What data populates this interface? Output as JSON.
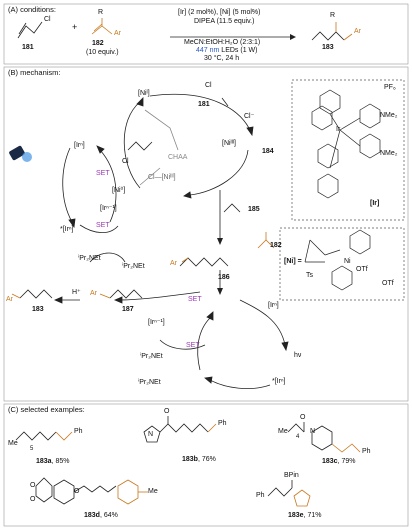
{
  "sectionA": {
    "header": "(A) conditions:",
    "compound1": "181",
    "compound2": "182",
    "equiv": "(10 equiv.)",
    "cl": "Cl",
    "r1": "R",
    "r2": "R",
    "ar": "Ar",
    "cond1": "[Ir] (2 mol%), [Ni] (5 mol%)",
    "cond2": "DIPEA (11.5 equiv.)",
    "cond3": "MeCN:EtOH:H₂O (2:3:1)",
    "cond4_nm": "447 nm",
    "cond4_rest": " LEDs (1 W)",
    "cond5": "30 °C, 24 h",
    "product": "183"
  },
  "sectionB": {
    "header": "(B) mechanism:",
    "ni1": "[Niᴵ]",
    "ni3": "[Niᴵᴵᴵ]",
    "ni0": "[Ni⁰]",
    "ni3cl": "Cl—[Niᴵᴵᴵ]",
    "chaa": "CHAA",
    "set": "SET",
    "ir_n": "[Irⁿ]",
    "ir_star": "*[Irⁿ]",
    "ir_n1": "[Irⁿ⁻¹]",
    "dipea": "ⁱPr₂NEt",
    "dipea_rad": "ⁱPr₂NEt",
    "cl_minus": "Cl⁻",
    "hnu": "hν",
    "h_plus": "H⁺",
    "c181": "181",
    "c184": "184",
    "c185": "185",
    "c182": "182",
    "c186": "186",
    "c187": "187",
    "c183": "183",
    "ir_label": "[Ir]",
    "ni_label": "[Ni] =",
    "pf6": "PF₆",
    "otf": "OTf",
    "nme2": "NMe₂",
    "ts": "Ts"
  },
  "sectionC": {
    "header": "(C) selected examples:",
    "examples": [
      {
        "id": "183a",
        "yield": ", 85%"
      },
      {
        "id": "183b",
        "yield": ", 76%"
      },
      {
        "id": "183c",
        "yield": ", 79%"
      },
      {
        "id": "183d",
        "yield": ", 64%"
      },
      {
        "id": "183e",
        "yield": ", 71%"
      }
    ],
    "ph": "Ph",
    "me": "Me",
    "bpin": "BPin",
    "sub5": "5",
    "sub4": "4"
  },
  "colors": {
    "accent_orange": "#c8781e",
    "purple": "#9a3ab5",
    "blue": "#2a56c6"
  }
}
